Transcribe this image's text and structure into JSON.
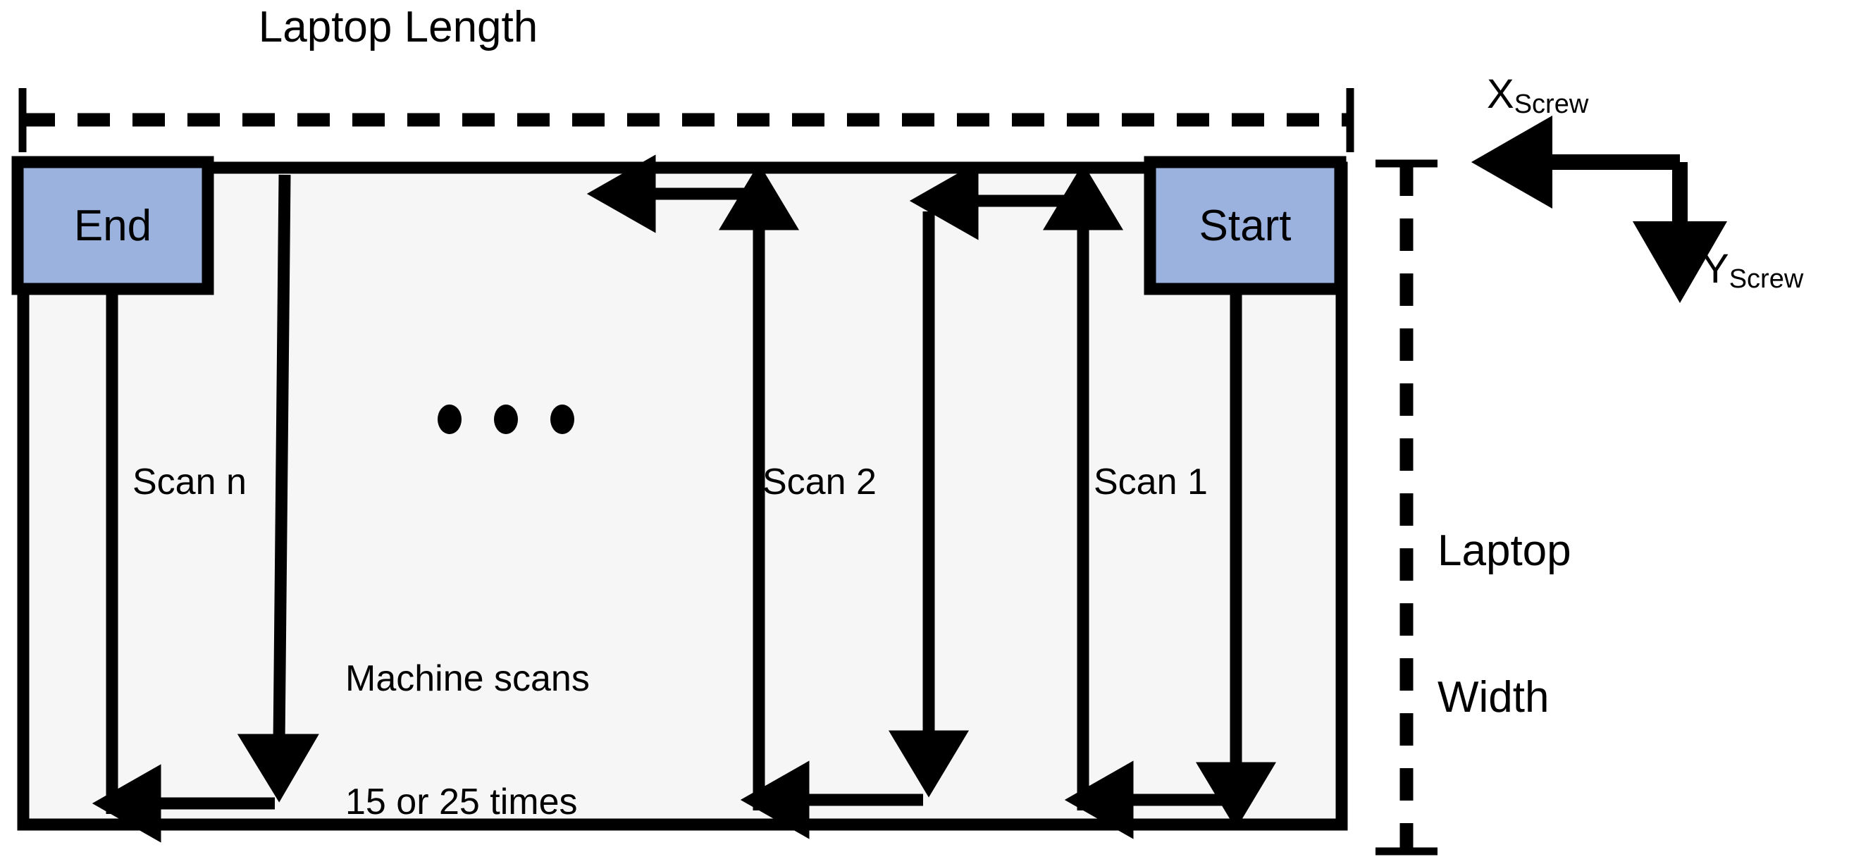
{
  "diagram": {
    "title": "Laptop Length",
    "plate": {
      "fill": "#f6f6f6",
      "stroke": "#000000",
      "label": "laptop-plate"
    },
    "boxes": [
      {
        "id": "end",
        "label": "End",
        "fill": "#9bb2df",
        "stroke": "#000000"
      },
      {
        "id": "start",
        "label": "Start",
        "fill": "#9bb2df",
        "stroke": "#000000"
      }
    ],
    "scan_labels": [
      {
        "id": "scan-n",
        "label": "Scan n"
      },
      {
        "id": "scan-2",
        "label": "Scan 2"
      },
      {
        "id": "scan-1",
        "label": "Scan 1"
      }
    ],
    "ellipsis": "• • •",
    "note": {
      "line1": "Machine scans",
      "line2": "15 or 25 times"
    },
    "dimensions": {
      "length_label": "Laptop Length",
      "width_label_line1": "Laptop",
      "width_label_line2": "Width"
    },
    "axes": {
      "x": {
        "symbol": "X",
        "subscript": "Screw",
        "direction": "left"
      },
      "y": {
        "symbol": "Y",
        "subscript": "Screw",
        "direction": "down"
      }
    },
    "colors": {
      "box_blue": "#9bb2df",
      "plate_gray": "#f6f6f6",
      "ink": "#000000",
      "background": "#ffffff"
    }
  }
}
